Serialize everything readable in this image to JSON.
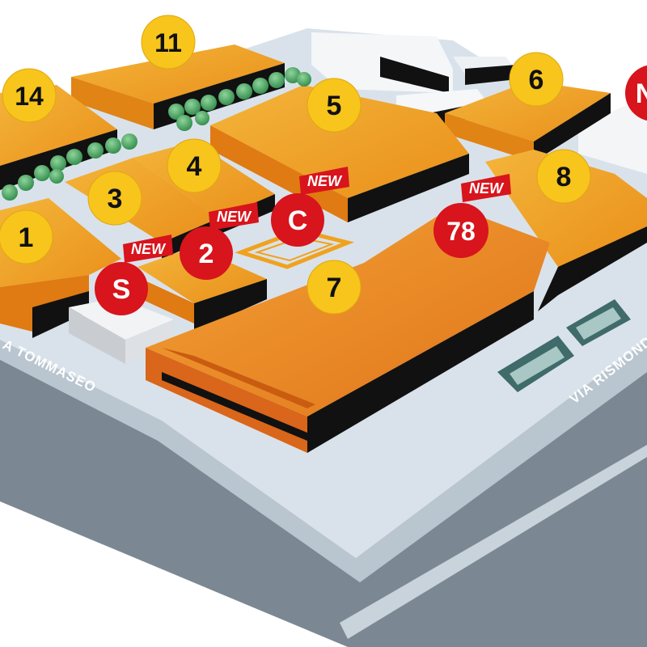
{
  "map": {
    "streets": [
      {
        "id": "tommaseo",
        "label": "A TOMMASEO"
      },
      {
        "id": "rismondo",
        "label": "VIA RISMONDO"
      }
    ],
    "pavilions": [
      {
        "id": "11",
        "label": "11",
        "kind": "hall"
      },
      {
        "id": "14",
        "label": "14",
        "kind": "hall"
      },
      {
        "id": "6",
        "label": "6",
        "kind": "hall"
      },
      {
        "id": "5",
        "label": "5",
        "kind": "hall"
      },
      {
        "id": "4",
        "label": "4",
        "kind": "hall"
      },
      {
        "id": "3",
        "label": "3",
        "kind": "hall"
      },
      {
        "id": "8",
        "label": "8",
        "kind": "hall"
      },
      {
        "id": "1",
        "label": "1",
        "kind": "hall"
      },
      {
        "id": "7",
        "label": "7",
        "kind": "hall"
      },
      {
        "id": "2",
        "label": "2",
        "kind": "new-hall",
        "tag": "NEW"
      },
      {
        "id": "C",
        "label": "C",
        "kind": "new-hall",
        "tag": "NEW"
      },
      {
        "id": "78",
        "label": "78",
        "kind": "new-hall",
        "tag": "NEW"
      },
      {
        "id": "S",
        "label": "S",
        "kind": "new-hall",
        "tag": "NEW"
      },
      {
        "id": "N",
        "label": "N",
        "kind": "new-hall"
      }
    ]
  },
  "colors": {
    "hall_roof": "#f0a21e",
    "hall_front": "#e07a12",
    "hall_dark": "#c25a0a",
    "hall_shadow": "#111111",
    "pin_yellow": "#f7c51c",
    "pin_red": "#d8141c",
    "tag_red": "#d8141c",
    "ground": "#dfe6ee",
    "street": "#7d8b96",
    "street_light": "#cdd6df"
  }
}
